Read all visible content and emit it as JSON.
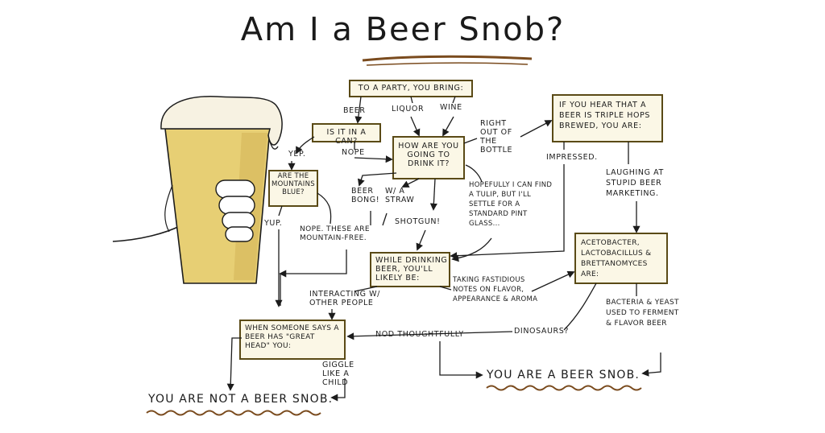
{
  "title": "Am I a Beer Snob?",
  "colors": {
    "ink": "#1c1c1c",
    "box_border": "#5a4a16",
    "box_fill": "#fbf7e6",
    "beer": "#e7cf74",
    "beer_dark": "#d6b65a",
    "foam": "#f7f2e2",
    "underline": "#7a4b1e"
  },
  "nodes": {
    "start": "To a party, you bring:",
    "can": "Is it in a can?",
    "mountains": "Are the mountains blue?",
    "drink": "How are you going to drink it?",
    "triple_hops": "If you hear that a beer is triple hops brewed, you are:",
    "while_drinking": "While drinking beer, you'll likely be:",
    "acetobacter": "Acetobacter, lactobacillus & brettanomyces are:",
    "great_head": "When someone says a beer has \"great head\" you:"
  },
  "labels": {
    "beer": "Beer",
    "liquor": "Liquor",
    "wine": "Wine",
    "yep": "Yep.",
    "nope": "Nope",
    "yup": "Yup.",
    "nope_these": "Nope. These are mountain-free.",
    "beer_bong": "Beer bong!",
    "wa_straw": "w/ a straw",
    "shotgun": "Shotgun!",
    "right_out": "Right out of the bottle",
    "hopefully": "Hopefully I can find a tulip, but I'll settle for a standard pint glass...",
    "impressed": "Impressed.",
    "laughing": "Laughing at stupid beer marketing.",
    "interacting": "Interacting w/ other people",
    "fastidious": "Taking fastidious notes on flavor, appearance & aroma",
    "dinosaurs": "Dinosaurs?",
    "bacteria": "Bacteria & yeast used to ferment & flavor beer",
    "nod": "Nod thoughtfully",
    "giggle": "Giggle like a child"
  },
  "outcomes": {
    "not_snob": "You are not a beer snob.",
    "snob": "You are a beer snob."
  }
}
